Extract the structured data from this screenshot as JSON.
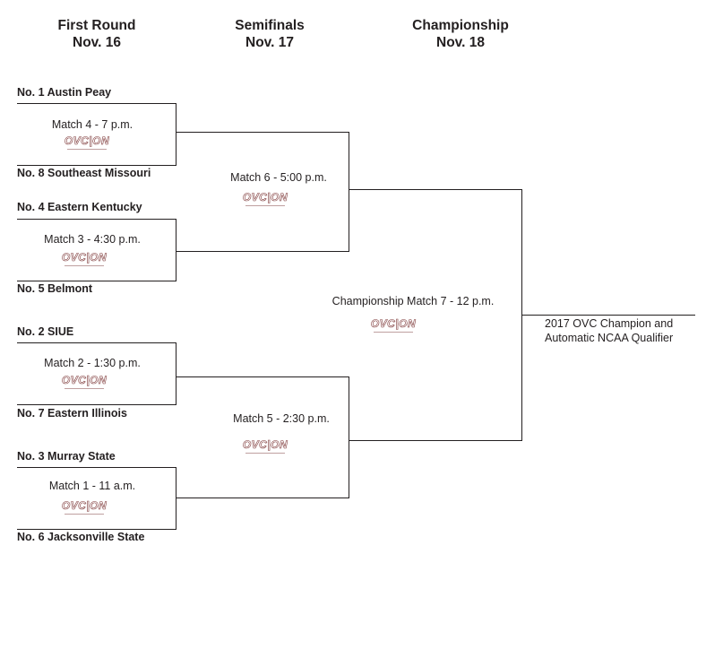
{
  "headers": {
    "first_round": {
      "title": "First Round",
      "date": "Nov. 16"
    },
    "semifinals": {
      "title": "Semifinals",
      "date": "Nov. 17"
    },
    "championship": {
      "title": "Championship",
      "date": "Nov. 18"
    }
  },
  "teams": [
    "No. 1 Austin Peay",
    "No. 8 Southeast Missouri",
    "No. 4 Eastern Kentucky",
    "No. 5 Belmont",
    "No. 2 SIUE",
    "No. 7 Eastern Illinois",
    "No. 3 Murray State",
    "No. 6 Jacksonville State"
  ],
  "matches": {
    "m4": "Match 4 - 7 p.m.",
    "m3": "Match 3 - 4:30 p.m.",
    "m2": "Match 2 - 1:30 p.m.",
    "m1": "Match 1 - 11 a.m.",
    "m6": "Match 6 - 5:00 p.m.",
    "m5": "Match 5 -  2:30 p.m.",
    "m7": "Championship Match 7  - 12 p.m."
  },
  "logo_text": "OVC|ON",
  "champion": {
    "line1": "2017 OVC Champion and",
    "line2": "Automatic NCAA Qualifier"
  }
}
